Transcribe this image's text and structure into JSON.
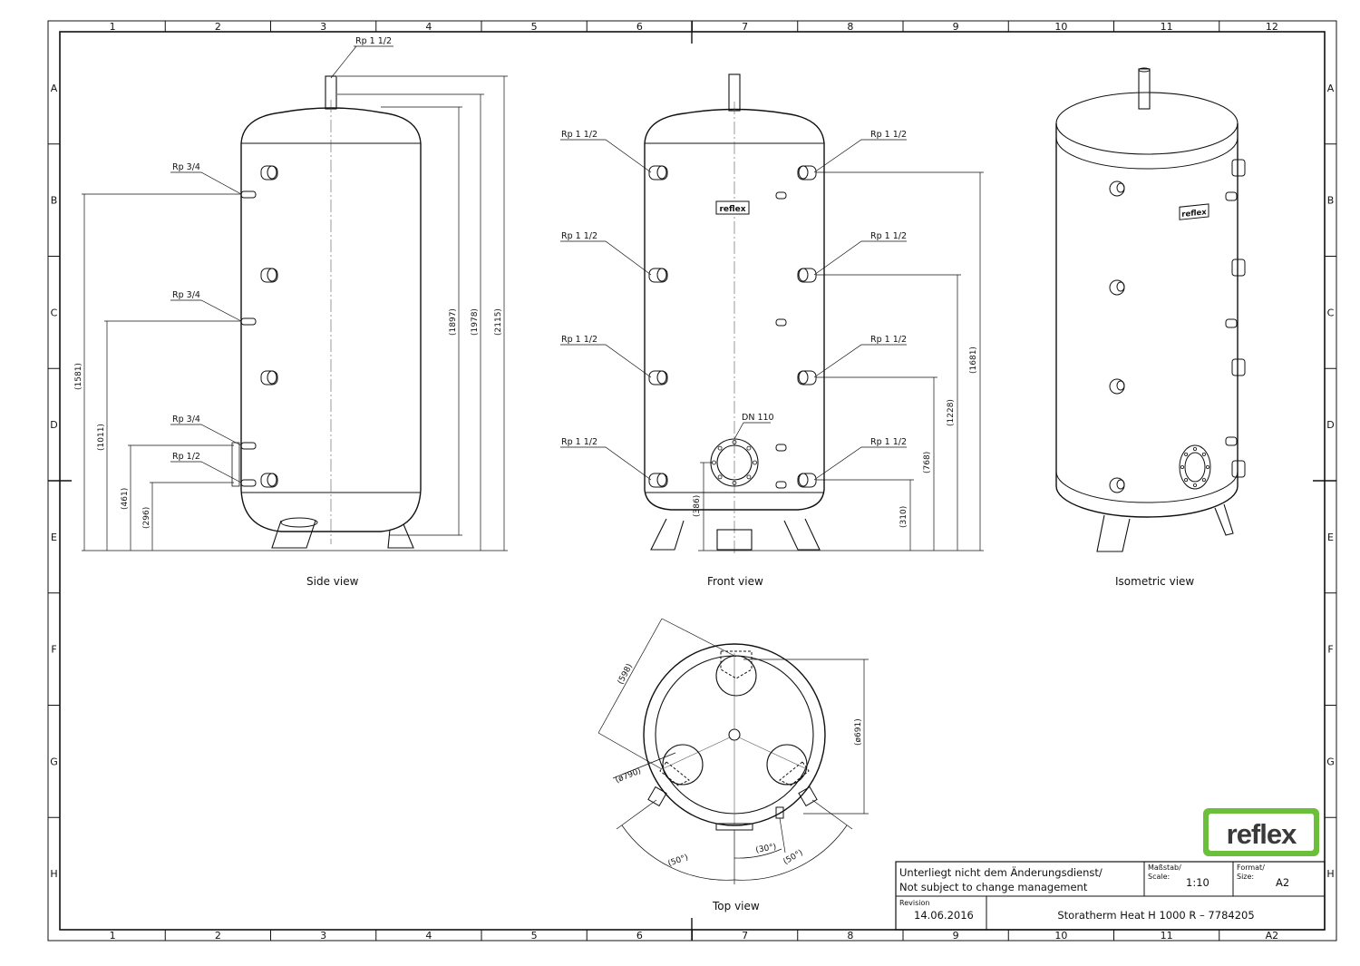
{
  "frame": {
    "columns": [
      "1",
      "2",
      "3",
      "4",
      "5",
      "6",
      "7",
      "8",
      "9",
      "10",
      "11",
      "12"
    ],
    "rows": [
      "A",
      "B",
      "C",
      "D",
      "E",
      "F",
      "G",
      "H"
    ],
    "sheet_corner": "A2"
  },
  "views": {
    "side": {
      "caption": "Side view",
      "callouts": [
        "Rp 1 1/2",
        "Rp 3/4",
        "Rp 3/4",
        "Rp 3/4",
        "Rp 1/2"
      ],
      "dims": [
        "(1581)",
        "(1011)",
        "(461)",
        "(296)",
        "(1897)",
        "(1978)",
        "(2115)"
      ]
    },
    "front": {
      "caption": "Front view",
      "callouts": [
        "Rp 1 1/2",
        "Rp 1 1/2",
        "Rp 1 1/2",
        "Rp 1 1/2",
        "Rp 1 1/2",
        "Rp 1 1/2",
        "Rp 1 1/2",
        "Rp 1 1/2",
        "DN 110"
      ],
      "dims": [
        "(386)",
        "(310)",
        "(768)",
        "(1228)",
        "(1681)"
      ],
      "logo": "reflex"
    },
    "iso": {
      "caption": "Isometric view",
      "logo": "reflex"
    },
    "top": {
      "caption": "Top view",
      "dims": [
        "(598)",
        "(ø790)",
        "(ø691)",
        "(50°)",
        "(30°)",
        "(50°)"
      ]
    }
  },
  "brand": {
    "logo": "reflex",
    "color": "#6cbf3a"
  },
  "title_block": {
    "notice_de": "Unterliegt nicht dem Änderungsdienst/",
    "notice_en": "Not subject to change management",
    "scale_label": "Maßstab/",
    "scale_label_en": "Scale:",
    "scale": "1:10",
    "format_label": "Format/",
    "format_label_en": "Size:",
    "format": "A2",
    "revision_label": "Revision",
    "revision_date": "14.06.2016",
    "product": "Storatherm Heat H 1000 R – 7784205"
  }
}
